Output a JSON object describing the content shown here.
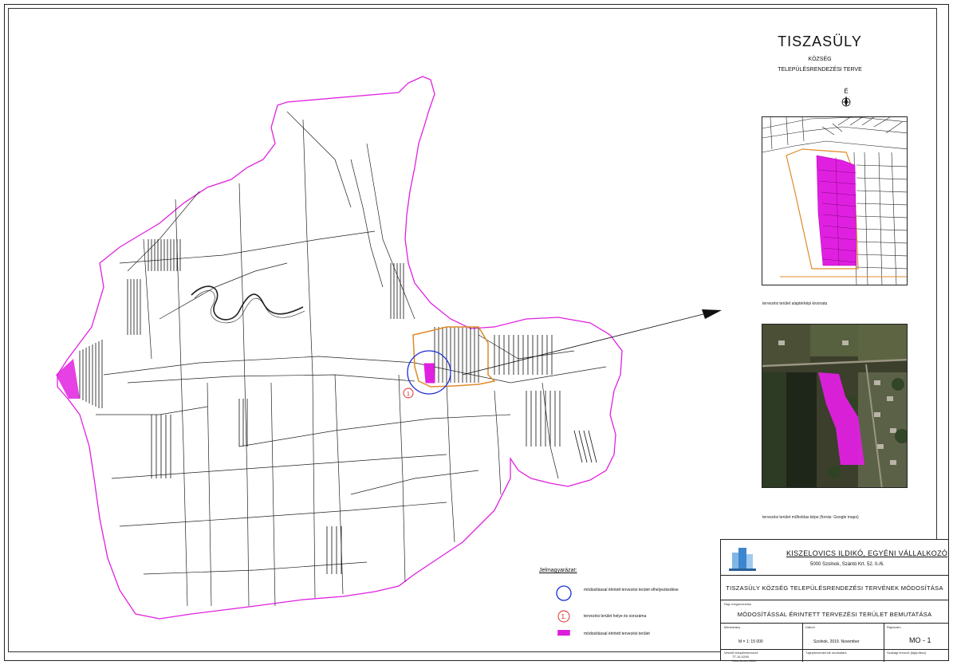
{
  "title": {
    "main": "TISZASÜLY",
    "sub": "KÖZSÉG",
    "sub2": "TELEPÜLÉSRENDEZÉSI TERVE"
  },
  "north_letter": "É",
  "captions": {
    "plan": "tervezési terület alaptérképi kivonata",
    "photo": "tervezési terület műholdas képe (forrás: Google maps)"
  },
  "legend": {
    "title": "Jelmagyarázat:",
    "items": [
      {
        "text": "módosítással érintett tervezési terület elhelyezkedése",
        "icon": "blue-circle-icon",
        "color": "#1a2fd6"
      },
      {
        "text": "tervezési terület helye és sorszáma",
        "icon": "numbered-circle-icon",
        "number": "1.",
        "color": "#d82020"
      },
      {
        "text": "módosítással érintett tervezési terület",
        "icon": "magenta-hatch-icon",
        "color": "#e020e0"
      }
    ]
  },
  "cartouche": {
    "company": "KISZELOVICS ILDIKÓ, EGYÉNI VÁLLALKOZÓ",
    "address": "5000 Szolnok, Szántó Krt. 52. II./6.",
    "project": "TISZASÜLY KÖZSÉG TELEPÜLÉSRENDEZÉSI TERVÉNEK MÓDOSÍTÁSA",
    "sheet_label": "Rajz megnevezése",
    "sheet_title": "MÓDOSÍTÁSSAL ÉRINTETT TERVEZÉSI TERÜLET BEMUTATÁSA",
    "scale_label": "Méretarány",
    "scale": "M = 1: 15 000",
    "date_label": "Dátum",
    "date": "Szolnok, 2019. November",
    "sheetno_label": "Rajzszám",
    "sheetno": "MO - 1",
    "designer_label": "Vezető településtervező",
    "designer_id": "TT-16-0298",
    "designer_name": "Kiszelovics Ildikó",
    "partner_label": "Tájépítészmérnök munkatárs",
    "sig_label": "Szakági tervező (tájépítész)"
  },
  "colors": {
    "boundary": "#e020e0",
    "planning_area": "#e020e0",
    "locator_circle": "#1a2fd6",
    "number_marker": "#d82020",
    "inner_boundary": "#e08a2a",
    "linework": "#222222"
  }
}
